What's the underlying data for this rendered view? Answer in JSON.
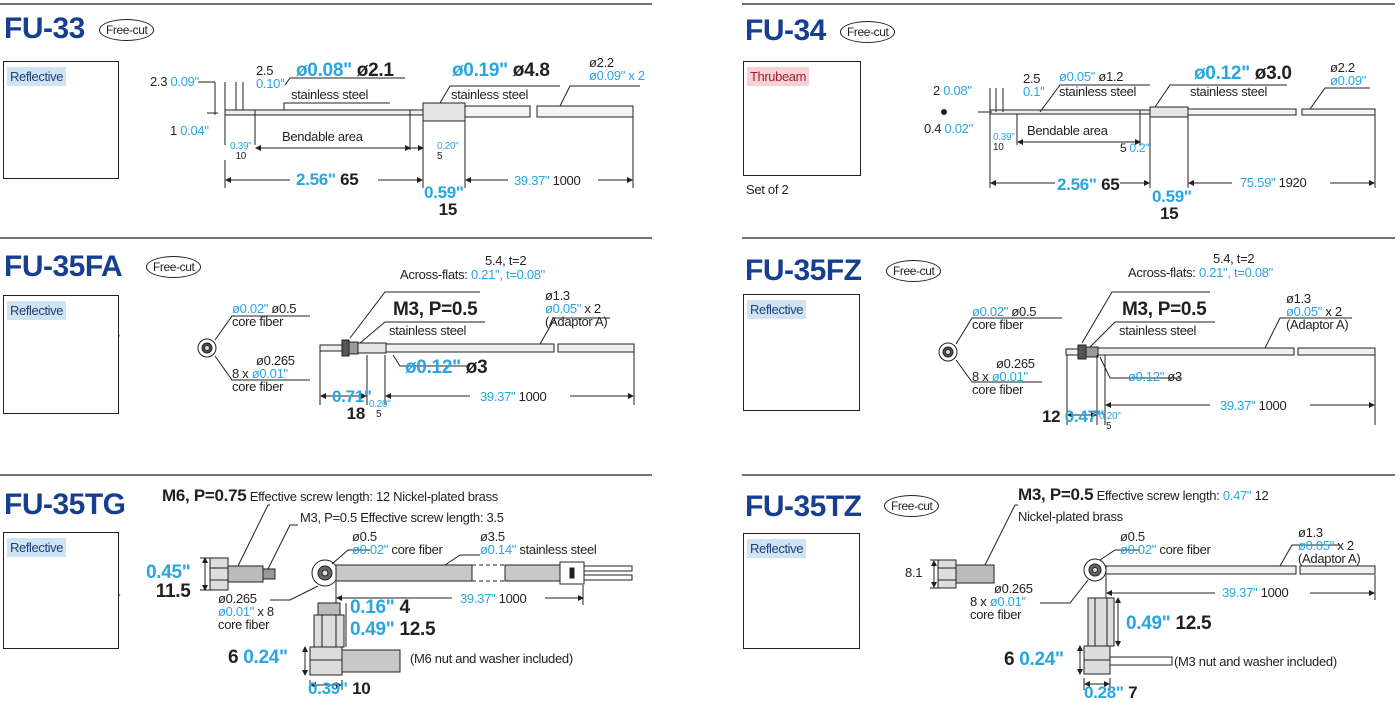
{
  "fu33": {
    "title": "FU-33",
    "freecut": "Free-cut",
    "tag": "Reflective",
    "d1_in": "ø0.08\"",
    "d1_mm": "ø2.1",
    "mat1": "stainless steel",
    "d2_in": "ø0.19\"",
    "d2_mm": "ø4.8",
    "mat2": "stainless steel",
    "cab_mm": "ø2.2",
    "cab_in": "ø0.09\" x 2",
    "h23_mm": "2.3",
    "h23_in": "0.09\"",
    "d25_mm": "2.5",
    "d25_in": "0.10\"",
    "h1_mm": "1",
    "h1_in": "0.04\"",
    "tip_in": "0.39\"",
    "tip_mm": "10",
    "bend": "Bendable area",
    "s5_in": "0.20\"",
    "s5_mm": "5",
    "len_in": "2.56\"",
    "len_mm": "65",
    "len2_in": "0.59\"",
    "len2_mm": "15",
    "cable_in": "39.37\"",
    "cable_mm": "1000"
  },
  "fu34": {
    "title": "FU-34",
    "freecut": "Free-cut",
    "tag": "Thrubeam",
    "set": "Set of 2",
    "d1_in": "ø0.05\"",
    "d1_mm": "ø1.2",
    "mat1": "stainless steel",
    "d2_in": "ø0.12\"",
    "d2_mm": "ø3.0",
    "mat2": "stainless steel",
    "cab_mm": "ø2.2",
    "cab_in": "ø0.09\"",
    "h2_mm": "2",
    "h2_in": "0.08\"",
    "d25_mm": "2.5",
    "d25_in": "0.1\"",
    "h04_mm": "0.4",
    "h04_in": "0.02\"",
    "tip_in": "0.39\"",
    "tip_mm": "10",
    "bend": "Bendable area",
    "s5_mm": "5",
    "s5_in": "0.2\"",
    "len_in": "2.56\"",
    "len_mm": "65",
    "len2_in": "0.59\"",
    "len2_mm": "15",
    "cable_in": "75.59\"",
    "cable_mm": "1920"
  },
  "fu35fa": {
    "title": "FU-35FA",
    "freecut": "Free-cut",
    "tag": "Reflective",
    "core_in": "ø0.02\"",
    "core_mm": "ø0.5",
    "core_lbl": "core fiber",
    "f_mm": "ø0.265",
    "f_in_pre": "8 x",
    "f_in": "ø0.01\"",
    "f_lbl": "core fiber",
    "af_mm": "5.4, t=2",
    "af_lbl": "Across-flats:",
    "af_in": "0.21\", t=0.08\"",
    "thread": "M3, P=0.5",
    "mat": "stainless steel",
    "cab_mm": "ø1.3",
    "cab_in": "ø0.05\"",
    "cab_x": "x 2",
    "adaptor": "(Adaptor A)",
    "d_in": "ø0.12\"",
    "d_mm": "ø3",
    "l1_in": "0.71\"",
    "l1_mm": "18",
    "l2_in": "0.20\"",
    "l2_mm": "5",
    "cable_in": "39.37\"",
    "cable_mm": "1000"
  },
  "fu35fz": {
    "title": "FU-35FZ",
    "freecut": "Free-cut",
    "tag": "Reflective",
    "core_in": "ø0.02\"",
    "core_mm": "ø0.5",
    "core_lbl": "core fiber",
    "f_mm": "ø0.265",
    "f_in_pre": "8 x",
    "f_in": "ø0.01\"",
    "f_lbl": "core fiber",
    "af_mm": "5.4, t=2",
    "af_lbl": "Across-flats:",
    "af_in": "0.21\", t=0.08\"",
    "thread": "M3, P=0.5",
    "mat": "stainless steel",
    "cab_mm": "ø1.3",
    "cab_in": "ø0.05\"",
    "cab_x": "x 2",
    "adaptor": "(Adaptor A)",
    "d_in": "ø0.12\"",
    "d_mm": "ø3",
    "l1_mm": "12",
    "l1_in": "0.47\"",
    "l2_in": "0.20\"",
    "l2_mm": "5",
    "cable_in": "39.37\"",
    "cable_mm": "1000"
  },
  "fu35tg": {
    "title": "FU-35TG",
    "tag": "Reflective",
    "thread": "M6, P=0.75",
    "screw1": "Effective screw length: 12 Nickel-plated brass",
    "thread2": "M3, P=0.5 Effective screw length: 3.5",
    "h_in": "0.45\"",
    "h_mm": "11.5",
    "f_mm": "ø0.265",
    "f_in": "ø0.01\"",
    "f_x": "x 8",
    "f_lbl": "core fiber",
    "core_mm": "ø0.5",
    "core_in": "ø0.02\"",
    "core_lbl": "core fiber",
    "ss_mm": "ø3.5",
    "ss_in": "ø0.14\"",
    "ss_lbl": "stainless steel",
    "cable_in": "39.37\"",
    "cable_mm": "1000",
    "a_in": "0.16\"",
    "a_mm": "4",
    "b_in": "0.49\"",
    "b_mm": "12.5",
    "n_mm": "6",
    "n_in": "0.24\"",
    "w_in": "0.39\"",
    "w_mm": "10",
    "note": "(M6 nut and washer included)"
  },
  "fu35tz": {
    "title": "FU-35TZ",
    "freecut": "Free-cut",
    "tag": "Reflective",
    "thread": "M3, P=0.5",
    "screw_lbl": "Effective screw length:",
    "screw_in": "0.47\"",
    "screw_mm": "12",
    "brass": "Nickel-plated brass",
    "h_mm": "8.1",
    "core_mm": "ø0.5",
    "core_in": "ø0.02\"",
    "core_lbl": "core fiber",
    "f_mm": "ø0.265",
    "f_in_pre": "8 x",
    "f_in": "ø0.01\"",
    "f_lbl": "core fiber",
    "cab_mm": "ø1.3",
    "cab_in": "ø0.05\"",
    "cab_x": "x 2",
    "adaptor": "(Adaptor A)",
    "cable_in": "39.37\"",
    "cable_mm": "1000",
    "b_in": "0.49\"",
    "b_mm": "12.5",
    "n_mm": "6",
    "n_in": "0.24\"",
    "w_in": "0.28\"",
    "w_mm": "7",
    "note": "(M3 nut and washer included)"
  }
}
